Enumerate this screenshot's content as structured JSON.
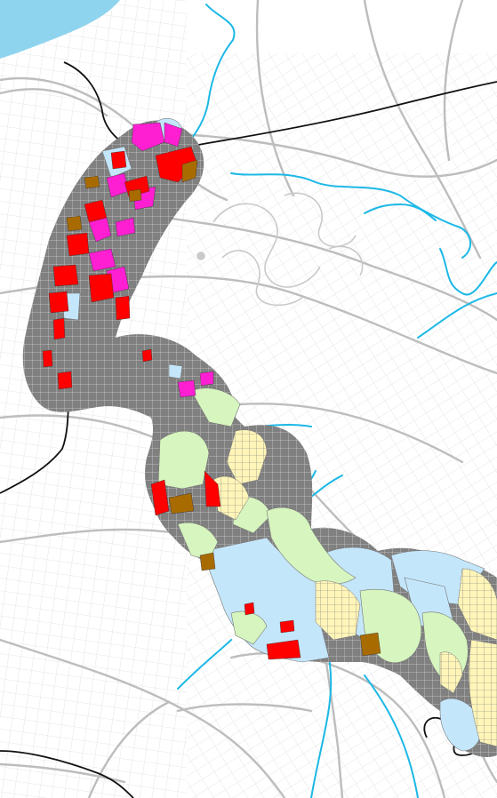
{
  "map": {
    "colors": {
      "background": "#ffffff",
      "water": "#8fd4ee",
      "stream": "#1cb8e6",
      "road": "#bdbdbd",
      "road_minor": "#d6d6d6",
      "railway": "#111111",
      "buffer": "#808080",
      "residential": "#fff5b8",
      "open_space": "#d6f5bf",
      "institutional": "#c4e6fb",
      "commercial": "#ff0000",
      "mixed_use": "#ff1fd2",
      "industrial": "#a86b00",
      "parcel_line": "#555555"
    },
    "feature_icons": [
      "lake-shore",
      "stream",
      "railway",
      "road-network",
      "land-use-corridor"
    ]
  }
}
